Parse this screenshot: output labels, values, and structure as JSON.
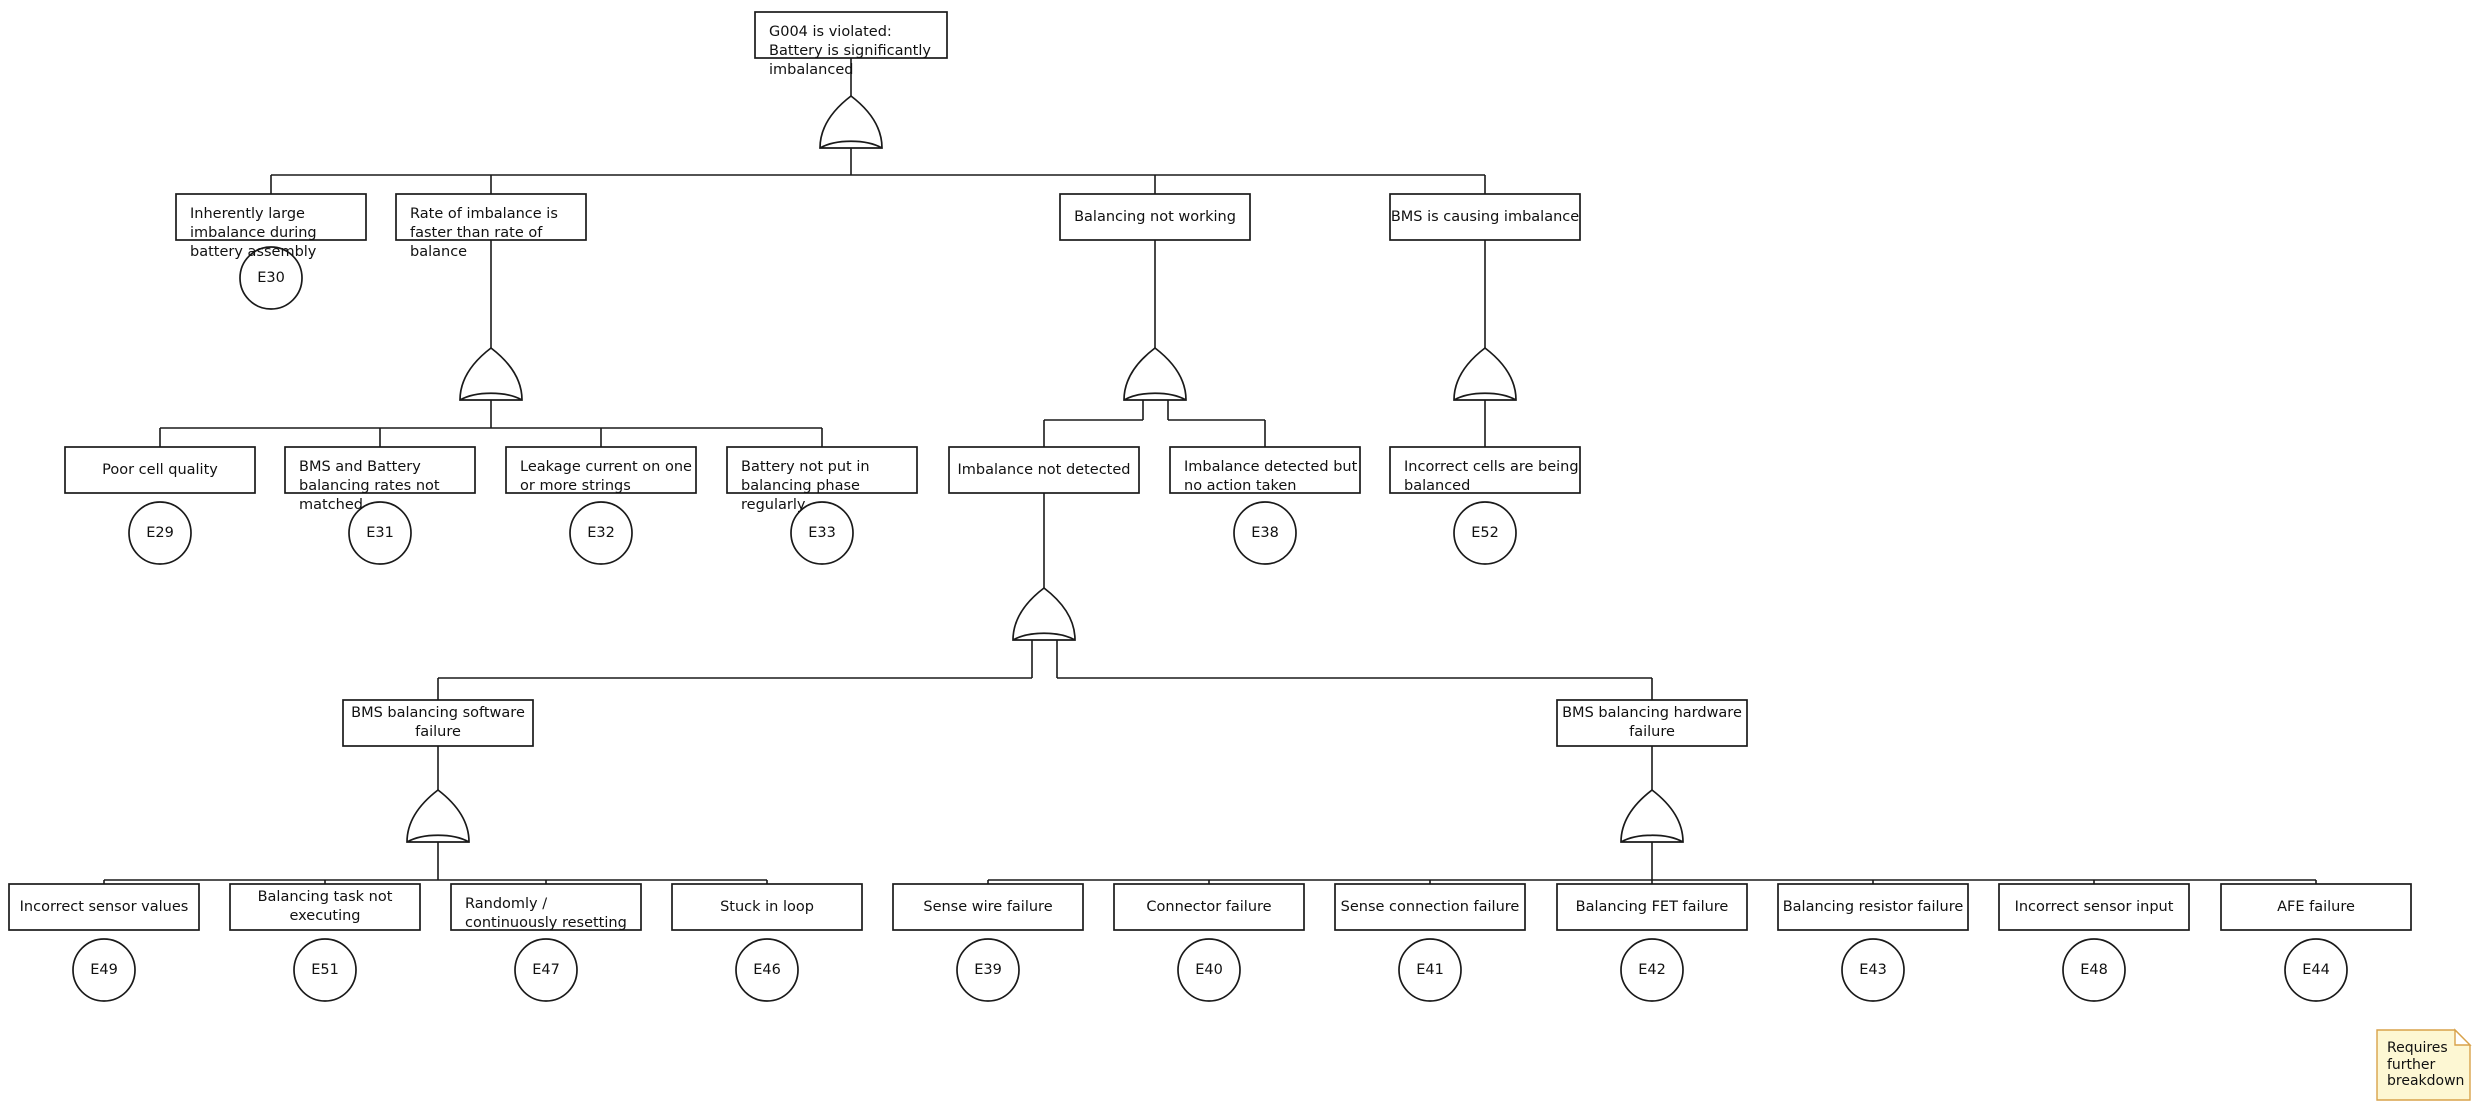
{
  "diagram": {
    "type": "fault-tree",
    "title": "Fault tree for G004 battery imbalance",
    "gate_type": "OR",
    "colors": {
      "line": "#1a1a1a",
      "node_fill": "#ffffff",
      "note_fill": "#fdf7d3",
      "note_border": "#d8a24a"
    }
  },
  "nodes": {
    "root": {
      "label": "G004 is violated: Battery is significantly imbalanced"
    },
    "n_inherent": {
      "label": "Inherently large imbalance during battery assembly"
    },
    "n_rate": {
      "label": "Rate of imbalance is faster than rate of balance"
    },
    "n_balnotwork": {
      "label": "Balancing not working"
    },
    "n_bmscause": {
      "label": "BMS is causing imbalance"
    },
    "n_poorcell": {
      "label": "Poor cell quality"
    },
    "n_ratesnotmatched": {
      "label": "BMS and Battery balancing rates not matched"
    },
    "n_leakage": {
      "label": "Leakage current on one or more strings"
    },
    "n_notbalphase": {
      "label": "Battery not put in balancing phase regularly"
    },
    "n_imbnotdet": {
      "label": "Imbalance not detected"
    },
    "n_imbdetnoaction": {
      "label": "Imbalance detected but no action taken"
    },
    "n_incorrectcells": {
      "label": "Incorrect cells are being balanced"
    },
    "n_swfail": {
      "label": "BMS balancing software failure"
    },
    "n_hwfail": {
      "label": "BMS balancing hardware failure"
    },
    "n_incsensorvals": {
      "label": "Incorrect sensor values"
    },
    "n_tasknotexec": {
      "label": "Balancing task not executing"
    },
    "n_resetting": {
      "label": "Randomly / continuously resetting"
    },
    "n_stuckloop": {
      "label": "Stuck in loop"
    },
    "n_sensewire": {
      "label": "Sense wire failure"
    },
    "n_connector": {
      "label": "Connector failure"
    },
    "n_senseconn": {
      "label": "Sense connection failure"
    },
    "n_fet": {
      "label": "Balancing FET failure"
    },
    "n_resistor": {
      "label": "Balancing resistor failure"
    },
    "n_incsensorinput": {
      "label": "Incorrect sensor input"
    },
    "n_afe": {
      "label": "AFE failure"
    }
  },
  "events": {
    "e30": "E30",
    "e29": "E29",
    "e31": "E31",
    "e32": "E32",
    "e33": "E33",
    "e38": "E38",
    "e52": "E52",
    "e49": "E49",
    "e51": "E51",
    "e47": "E47",
    "e46": "E46",
    "e39": "E39",
    "e40": "E40",
    "e41": "E41",
    "e42": "E42",
    "e43": "E43",
    "e48": "E48",
    "e44": "E44"
  },
  "note": {
    "text": "Requires further breakdown"
  }
}
